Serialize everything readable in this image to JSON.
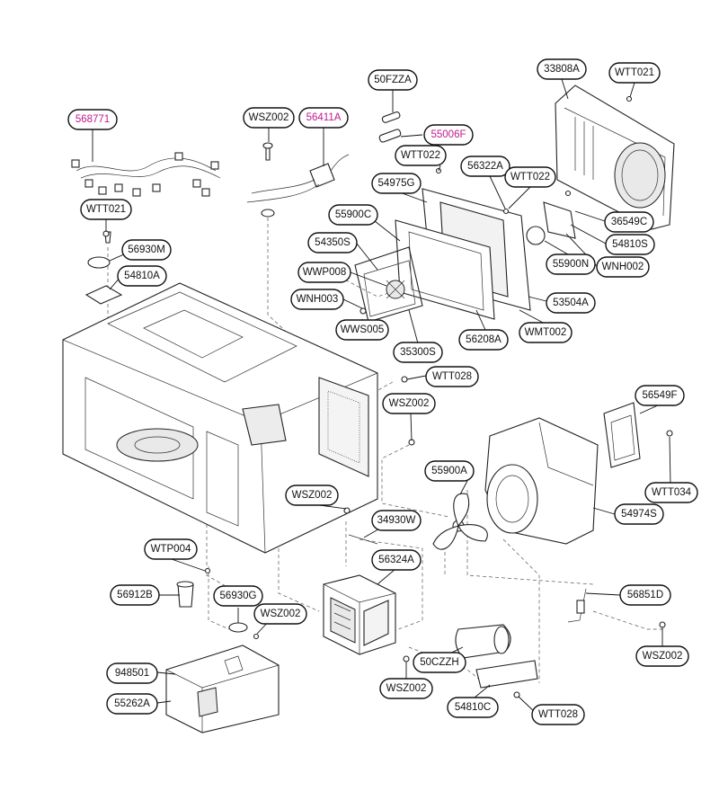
{
  "colors": {
    "highlight": "#c2188b",
    "ink": "#111111"
  },
  "labels": {
    "l568771": "568771",
    "lWSZ002_a": "WSZ002",
    "l56411A": "56411A",
    "l50FZZA": "50FZZA",
    "l55006F": "55006F",
    "lWTT022_a": "WTT022",
    "l33808A": "33808A",
    "lWTT021_a": "WTT021",
    "l56322A": "56322A",
    "lWTT022_b": "WTT022",
    "l54975G": "54975G",
    "l55900C": "55900C",
    "l54350S": "54350S",
    "lWWP008": "WWP008",
    "lWNH003": "WNH003",
    "lWWS005": "WWS005",
    "l35300S": "35300S",
    "l56208A": "56208A",
    "lWMT002": "WMT002",
    "l53504A": "53504A",
    "l55900N": "55900N",
    "lWNH002": "WNH002",
    "l54810S": "54810S",
    "l36549C": "36549C",
    "lWTT021_b": "WTT021",
    "l56930M": "56930M",
    "l54810A": "54810A",
    "lWTT028_a": "WTT028",
    "lWSZ002_b": "WSZ002",
    "l56549F": "56549F",
    "l55900A": "55900A",
    "l54974S": "54974S",
    "lWTT034": "WTT034",
    "lWSZ002_c": "WSZ002",
    "l34930W": "34930W",
    "l56324A": "56324A",
    "lWTP004": "WTP004",
    "l56912B": "56912B",
    "l56930G": "56930G",
    "lWSZ002_d": "WSZ002",
    "l948501": "948501",
    "l55262A": "55262A",
    "l50CZZH": "50CZZH",
    "lWSZ002_e": "WSZ002",
    "l54810C": "54810C",
    "lWTT028_b": "WTT028",
    "l56851D": "56851D",
    "lWSZ002_f": "WSZ002"
  }
}
